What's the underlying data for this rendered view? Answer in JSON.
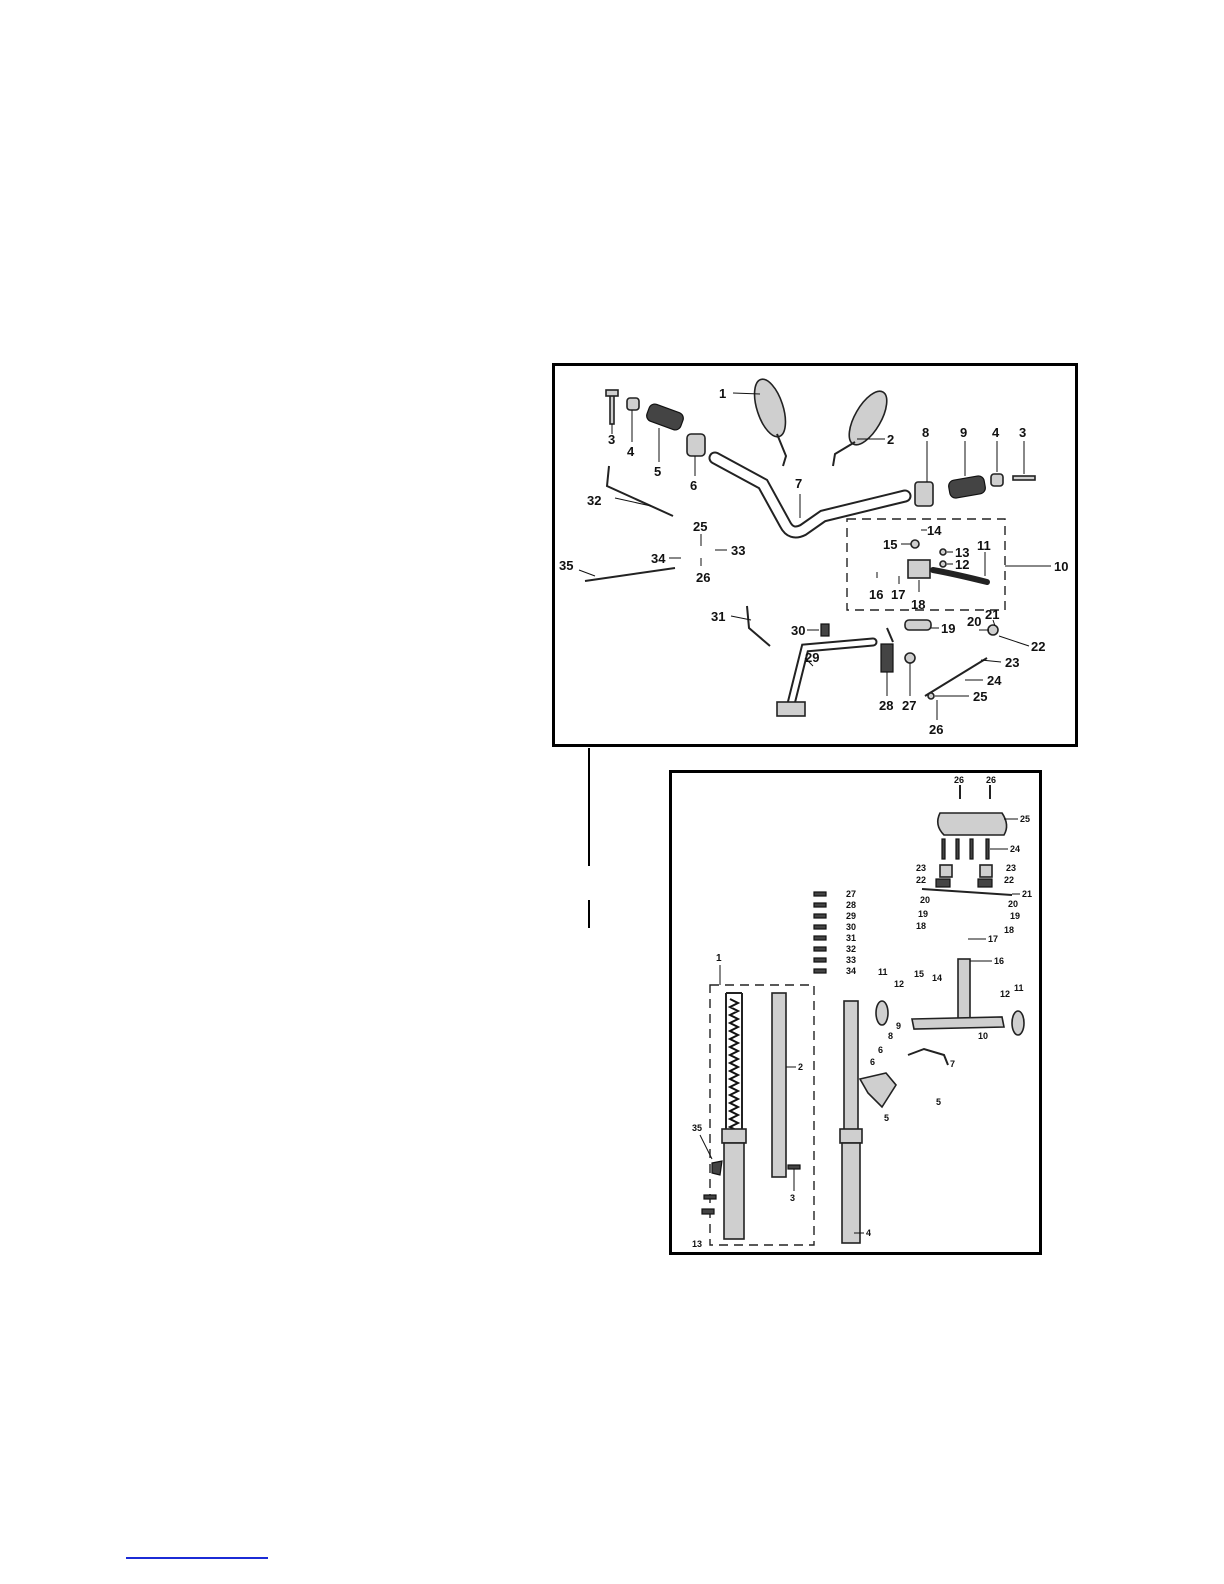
{
  "handlebar_diagram": {
    "labels": [
      "1",
      "2",
      "3",
      "4",
      "5",
      "6",
      "7",
      "8",
      "9",
      "4",
      "3",
      "32",
      "25",
      "14",
      "15",
      "13",
      "12",
      "11",
      "10",
      "34",
      "33",
      "35",
      "26",
      "16",
      "17",
      "18",
      "31",
      "30",
      "19",
      "20",
      "21",
      "22",
      "23",
      "24",
      "25",
      "29",
      "28",
      "27",
      "26"
    ]
  },
  "fork_diagram": {
    "labels": [
      "26",
      "26",
      "25",
      "24",
      "23",
      "23",
      "22",
      "22",
      "21",
      "20",
      "20",
      "19",
      "19",
      "18",
      "18",
      "17",
      "16",
      "27",
      "28",
      "29",
      "30",
      "31",
      "32",
      "33",
      "34",
      "11",
      "12",
      "15",
      "14",
      "12",
      "11",
      "9",
      "10",
      "8",
      "6",
      "7",
      "6",
      "5",
      "5",
      "1",
      "2",
      "35",
      "3",
      "13",
      "4"
    ]
  },
  "colors": {
    "footer_rule": "#1b2bd6"
  }
}
